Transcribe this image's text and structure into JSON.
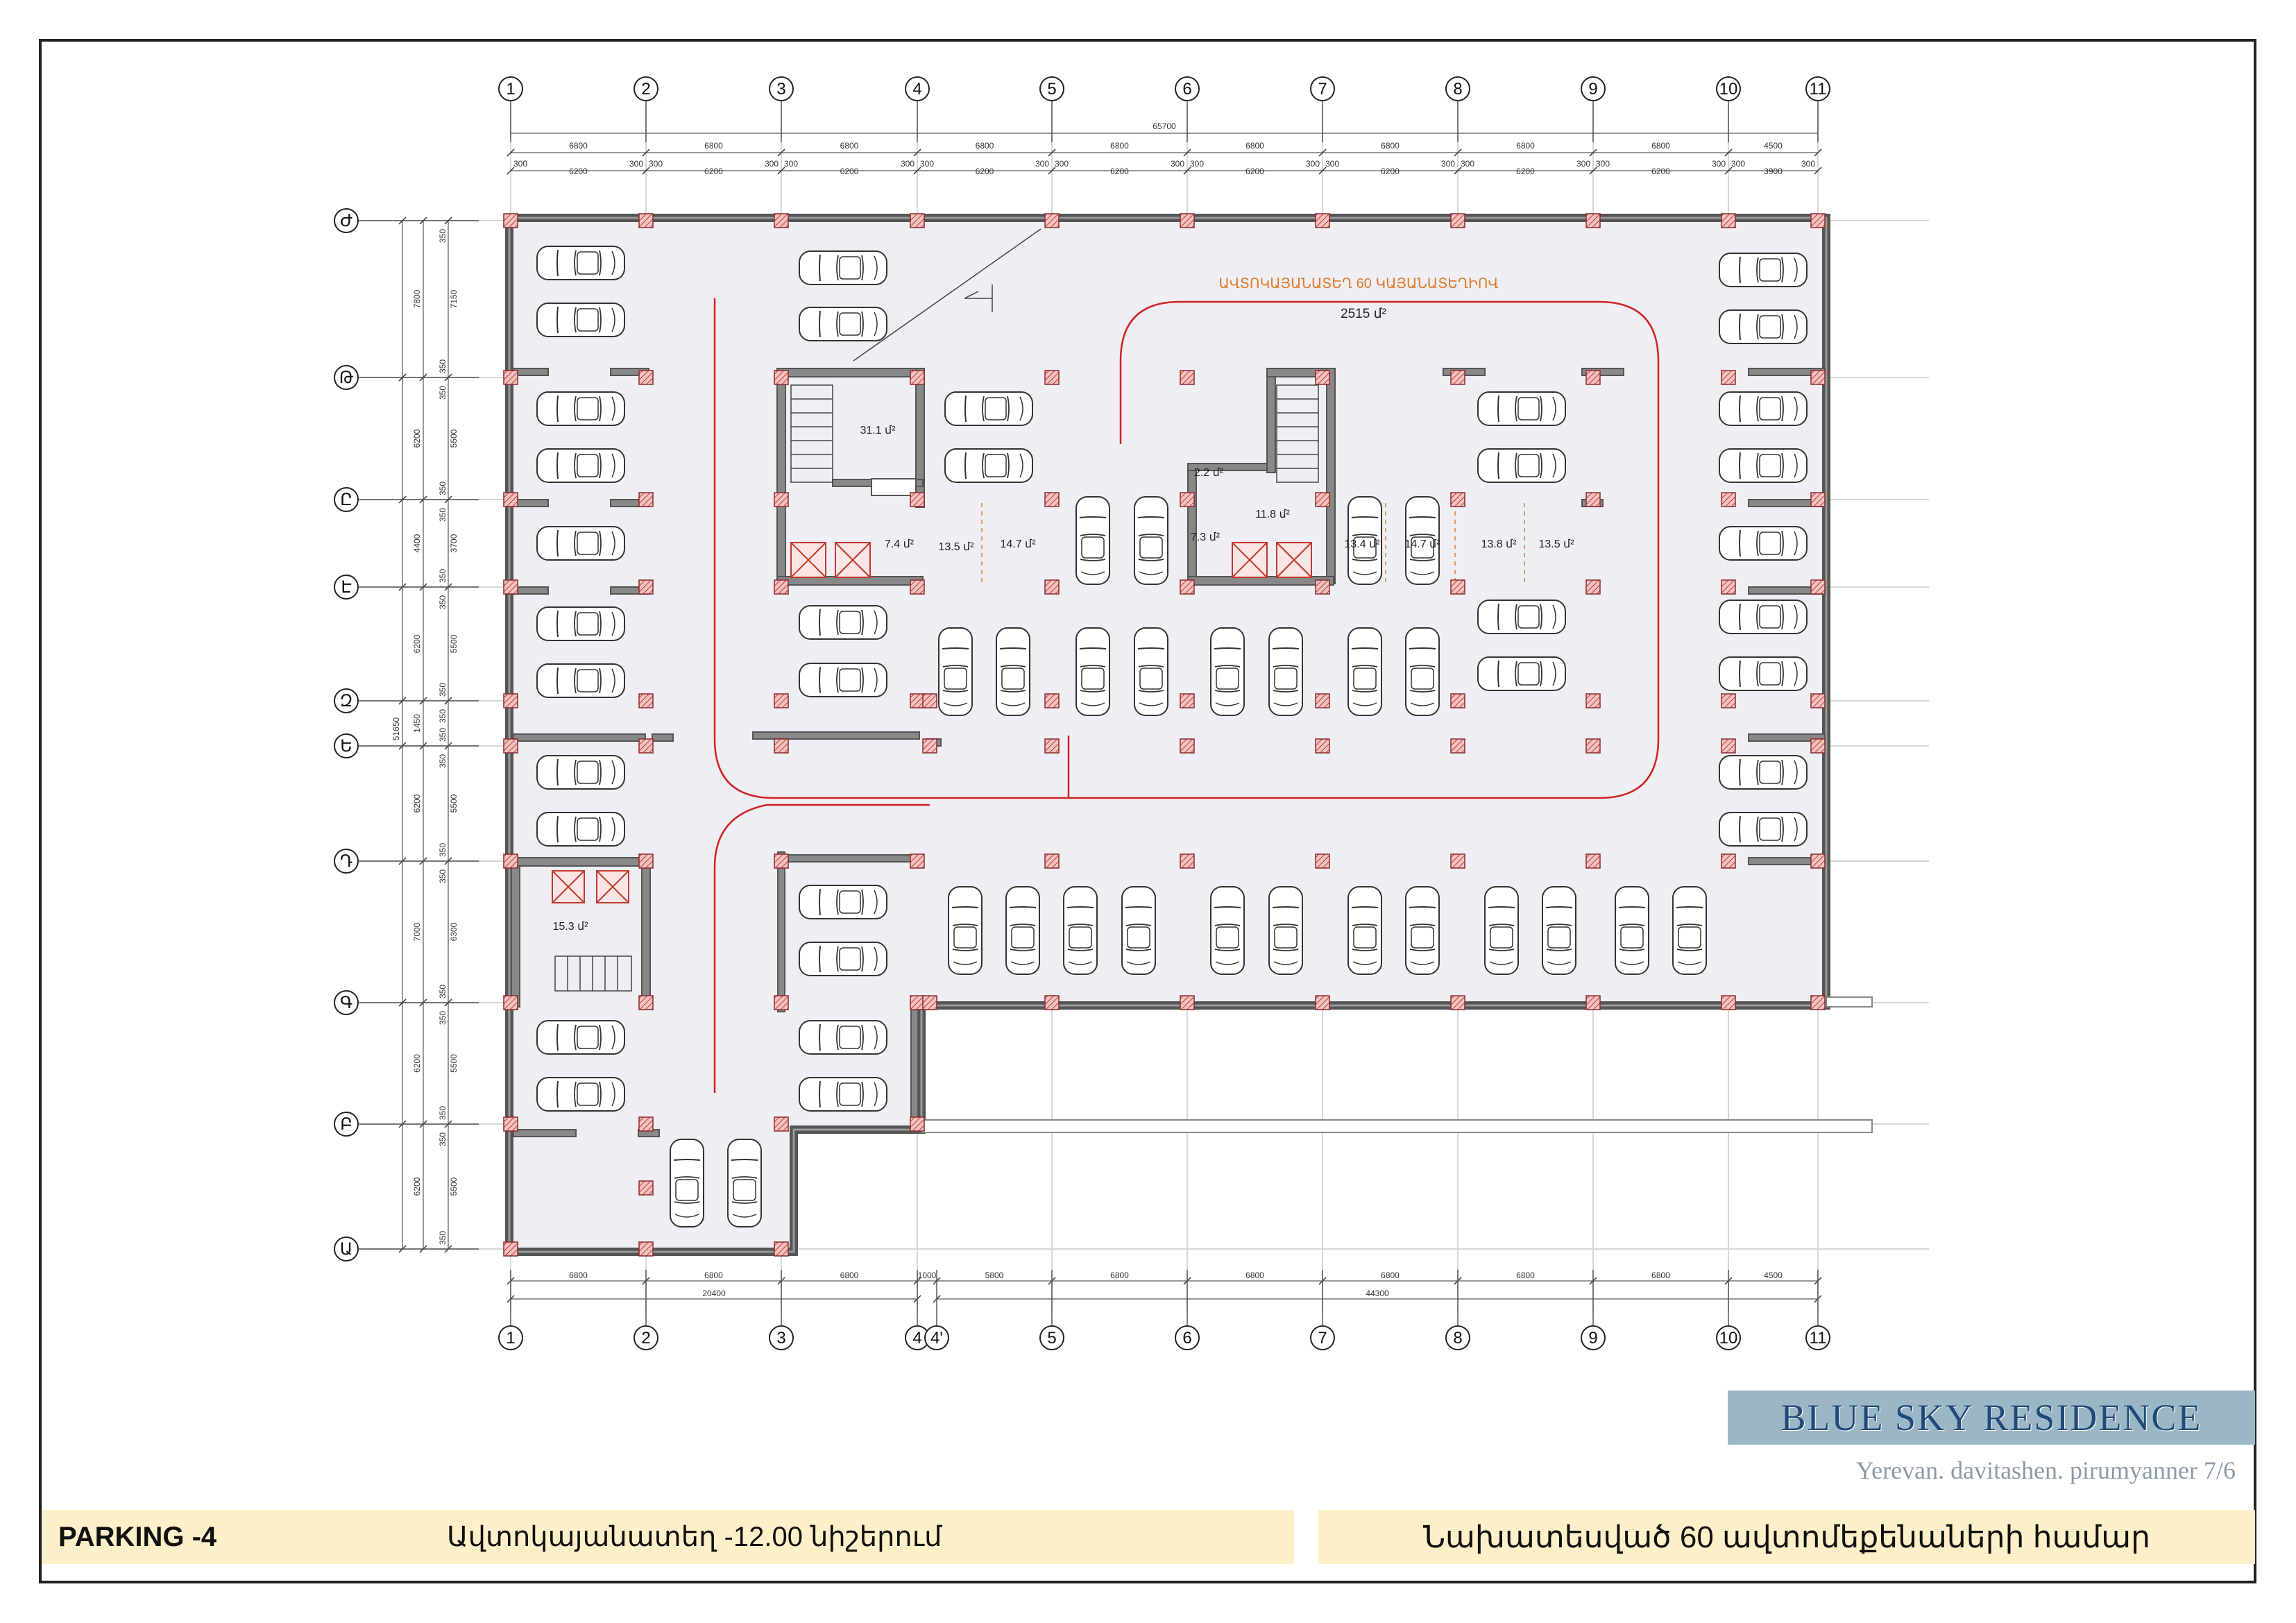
{
  "project": {
    "name": "BLUE SKY RESIDENCE",
    "address": "Yerevan. davitashen. pirumyanner 7/6"
  },
  "title_block": {
    "sheet_name": "PARKING -4",
    "level_description": "Ավտոկայանատեղ -12.00 նիշերում",
    "capacity_note": "Նախատեսված 60 ավտոմեքենաների համար"
  },
  "plan": {
    "parking_zone_label": "ԱՎՏՈԿԱՅԱՆԱՏԵՂ 60 ԿԱՅԱՆԱՏԵՂԻՈՎ",
    "parking_zone_area": "2515 մ²",
    "axes_top": [
      "1",
      "2",
      "3",
      "4",
      "5",
      "6",
      "7",
      "8",
      "9",
      "10",
      "11"
    ],
    "axes_bottom": [
      "1",
      "2",
      "3",
      "4",
      "4'",
      "5",
      "6",
      "7",
      "8",
      "9",
      "10",
      "11"
    ],
    "axes_left": [
      "Ժ",
      "Թ",
      "Ը",
      "Է",
      "Զ",
      "Ե",
      "Դ",
      "Գ",
      "Բ",
      "Ա"
    ],
    "dim_top_total": "65700",
    "dim_top_spans": [
      "6800",
      "6800",
      "6800",
      "6800",
      "6800",
      "6800",
      "6800",
      "6800",
      "6800",
      "4500"
    ],
    "dim_top_inner": [
      "6200",
      "6200",
      "6200",
      "6200",
      "6200",
      "6200",
      "6200",
      "6200",
      "6200",
      "3900"
    ],
    "dim_top_wall": "300",
    "dim_bottom_spans": [
      "6800",
      "6800",
      "6800",
      "1000",
      "5800",
      "6800",
      "6800",
      "6800",
      "6800",
      "6800",
      "4500"
    ],
    "dim_bottom_left_total": "20400",
    "dim_bottom_right_total": "44300",
    "dim_left_spans": [
      "7800",
      "6200",
      "4400",
      "6200",
      "1450",
      "6200",
      "7000",
      "6200",
      "6200"
    ],
    "dim_left_inner": [
      "7150",
      "5500",
      "3700",
      "5500",
      "5500",
      "6300",
      "5500",
      "5500"
    ],
    "dim_left_wall": "350",
    "dim_left_total": "51650",
    "rooms": [
      {
        "id": "stair-1",
        "area": "31.1 մ²"
      },
      {
        "id": "lobby-1",
        "area": "7.4 մ²"
      },
      {
        "id": "store-1",
        "area": "13.5 մ²"
      },
      {
        "id": "store-2",
        "area": "14.7 մ²"
      },
      {
        "id": "stair-2-small",
        "area": "2.2 մ²"
      },
      {
        "id": "stair-2",
        "area": "11.8 մ²"
      },
      {
        "id": "lobby-2",
        "area": "7.3 մ²"
      },
      {
        "id": "store-3",
        "area": "13.4 մ²"
      },
      {
        "id": "store-4",
        "area": "14.7 մ²"
      },
      {
        "id": "store-5",
        "area": "13.8 մ²"
      },
      {
        "id": "store-6",
        "area": "13.5 մ²"
      },
      {
        "id": "stair-3",
        "area": "15.3 մ²"
      }
    ],
    "colors": {
      "floor": "#eeeef4",
      "wall": "#555555",
      "column": "#e9a9a9",
      "accent_red": "#d22222",
      "zone_label": "#e07b2a",
      "axis_line": "#d7d7d7",
      "title_band": "#fdf0c8",
      "brand_bg": "#9bb7c6"
    }
  }
}
